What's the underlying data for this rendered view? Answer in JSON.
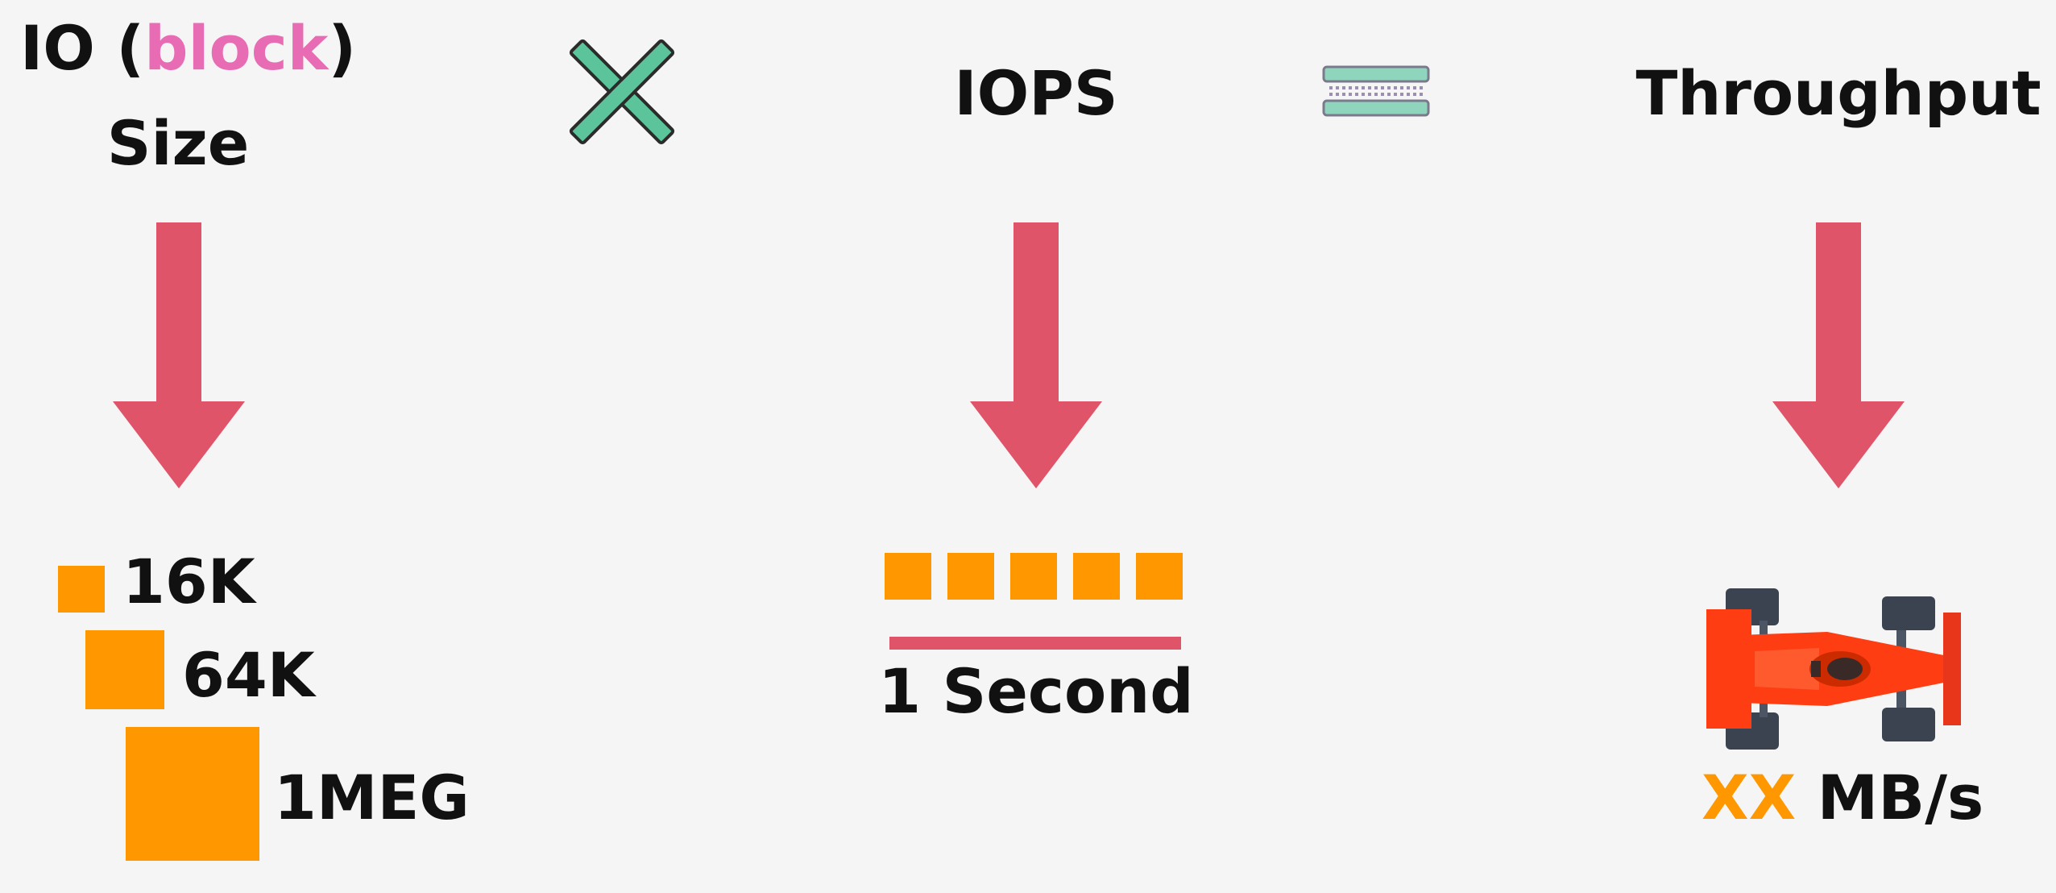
{
  "colors": {
    "background": "#f5f5f5",
    "text": "#111111",
    "accent_pink": "#e86cb3",
    "arrow": "#e0546a",
    "block": "#ff9800",
    "multiply_icon": "#5cc49a",
    "equals_icon": "#8fd4bd",
    "car": "#ff3d12",
    "xx": "#ff9800"
  },
  "io_size": {
    "title_prefix": "IO (",
    "title_highlight": "block",
    "title_suffix": ")",
    "title_line2": "Size",
    "blocks": [
      {
        "label": "16K"
      },
      {
        "label": "64K"
      },
      {
        "label": "1MEG"
      }
    ]
  },
  "operator_multiply": {
    "icon": "multiply-icon"
  },
  "iops": {
    "title": "IOPS",
    "block_count": 5,
    "caption": "1 Second"
  },
  "operator_equals": {
    "icon": "equals-icon"
  },
  "throughput": {
    "title": "Throughput",
    "icon": "race-car-icon",
    "value_highlight": "XX",
    "value_unit": "MB/s"
  }
}
